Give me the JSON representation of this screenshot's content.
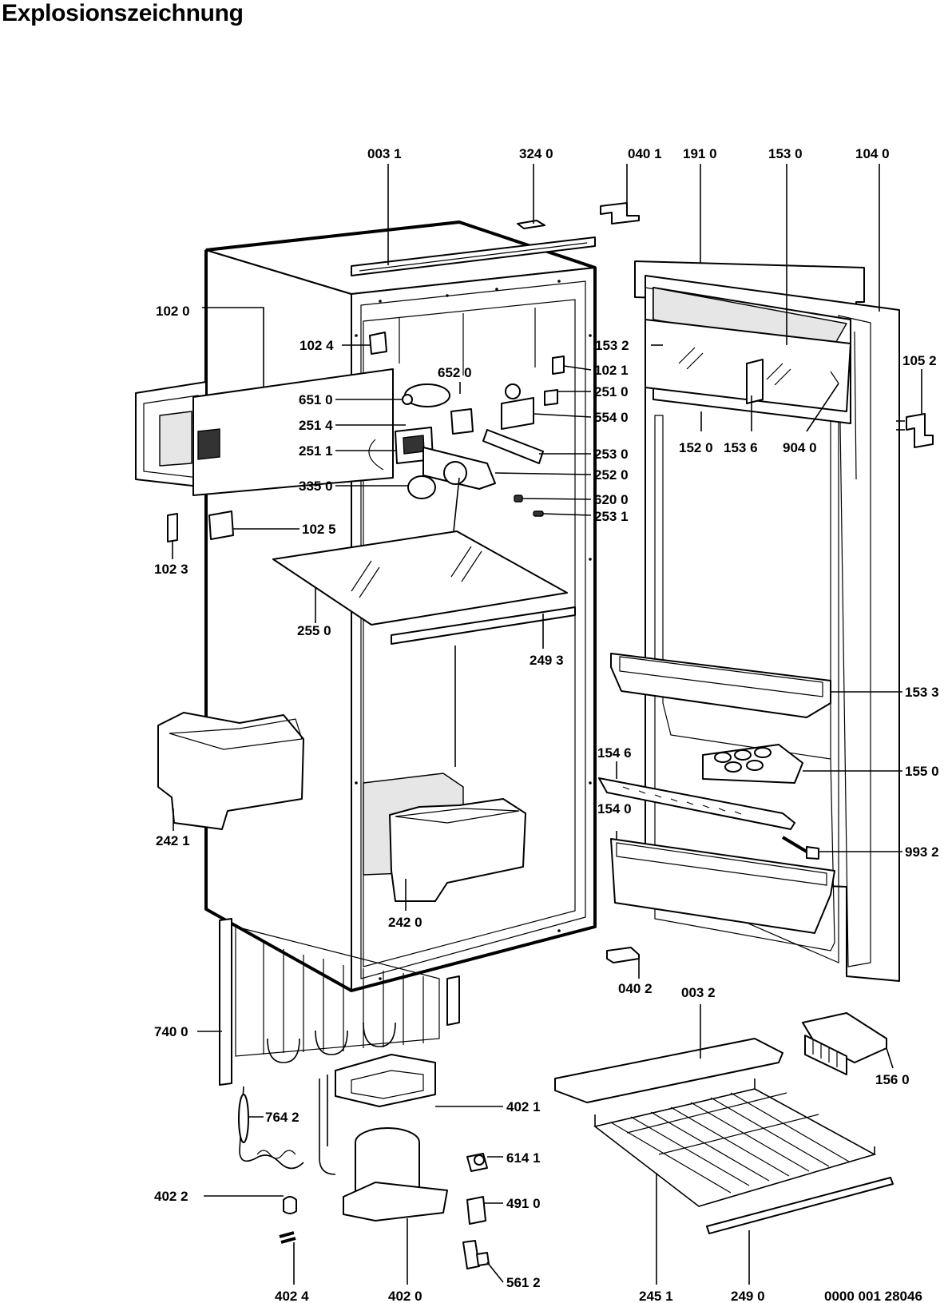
{
  "title": "Explosionszeichnung",
  "labels": [
    {
      "id": "0031",
      "text": "003 1"
    },
    {
      "id": "3240",
      "text": "324 0"
    },
    {
      "id": "0401",
      "text": "040 1"
    },
    {
      "id": "1910",
      "text": "191 0"
    },
    {
      "id": "1530",
      "text": "153 0"
    },
    {
      "id": "1040",
      "text": "104 0"
    },
    {
      "id": "1020",
      "text": "102 0"
    },
    {
      "id": "1024",
      "text": "102 4"
    },
    {
      "id": "6520",
      "text": "652 0"
    },
    {
      "id": "1021",
      "text": "102 1"
    },
    {
      "id": "1532",
      "text": "153 2"
    },
    {
      "id": "1052",
      "text": "105 2"
    },
    {
      "id": "6510",
      "text": "651 0"
    },
    {
      "id": "2510",
      "text": "251 0"
    },
    {
      "id": "2514",
      "text": "251 4"
    },
    {
      "id": "5540",
      "text": "554 0"
    },
    {
      "id": "1520",
      "text": "152 0"
    },
    {
      "id": "1536",
      "text": "153 6"
    },
    {
      "id": "9040",
      "text": "904 0"
    },
    {
      "id": "2511",
      "text": "251 1"
    },
    {
      "id": "2530",
      "text": "253 0"
    },
    {
      "id": "2520",
      "text": "252 0"
    },
    {
      "id": "3350",
      "text": "335 0"
    },
    {
      "id": "6200",
      "text": "620 0"
    },
    {
      "id": "2531",
      "text": "253 1"
    },
    {
      "id": "1025",
      "text": "102 5"
    },
    {
      "id": "1023",
      "text": "102 3"
    },
    {
      "id": "2550",
      "text": "255 0"
    },
    {
      "id": "2493",
      "text": "249 3"
    },
    {
      "id": "1533",
      "text": "153 3"
    },
    {
      "id": "1546",
      "text": "154 6"
    },
    {
      "id": "1550",
      "text": "155 0"
    },
    {
      "id": "1540",
      "text": "154 0"
    },
    {
      "id": "2421",
      "text": "242 1"
    },
    {
      "id": "9932",
      "text": "993 2"
    },
    {
      "id": "2420",
      "text": "242 0"
    },
    {
      "id": "0402",
      "text": "040 2"
    },
    {
      "id": "0032",
      "text": "003 2"
    },
    {
      "id": "7400",
      "text": "740 0"
    },
    {
      "id": "1560",
      "text": "156 0"
    },
    {
      "id": "7642",
      "text": "764 2"
    },
    {
      "id": "4021",
      "text": "402 1"
    },
    {
      "id": "6141",
      "text": "614 1"
    },
    {
      "id": "4022",
      "text": "402 2"
    },
    {
      "id": "4910",
      "text": "491 0"
    },
    {
      "id": "5612",
      "text": "561 2"
    },
    {
      "id": "4024",
      "text": "402 4"
    },
    {
      "id": "4020",
      "text": "402 0"
    },
    {
      "id": "2451",
      "text": "245 1"
    },
    {
      "id": "2490",
      "text": "249 0"
    },
    {
      "id": "doc",
      "text": "0000 001 28046"
    }
  ]
}
